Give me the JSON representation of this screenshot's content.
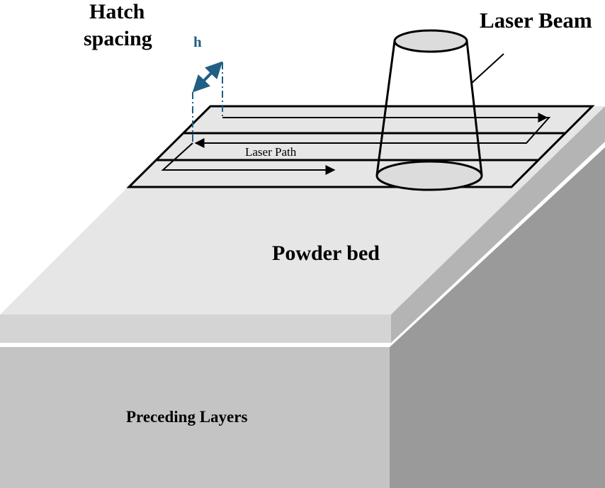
{
  "labels": {
    "hatch_line1": "Hatch",
    "hatch_line2": "spacing",
    "hatch_symbol": "h",
    "laser_beam": "Laser Beam",
    "laser_path": "Laser Path",
    "powder_bed": "Powder bed",
    "preceding_layers": "Preceding Layers"
  },
  "colors": {
    "top_surface": "#e6e6e6",
    "powder_front": "#d4d4d4",
    "powder_side": "#b4b4b4",
    "lower_front": "#c4c4c4",
    "lower_side": "#9a9a9a",
    "hatch_blue": "#1f5e85",
    "beam_ellipse": "#dcdcdc",
    "line": "#000000"
  }
}
